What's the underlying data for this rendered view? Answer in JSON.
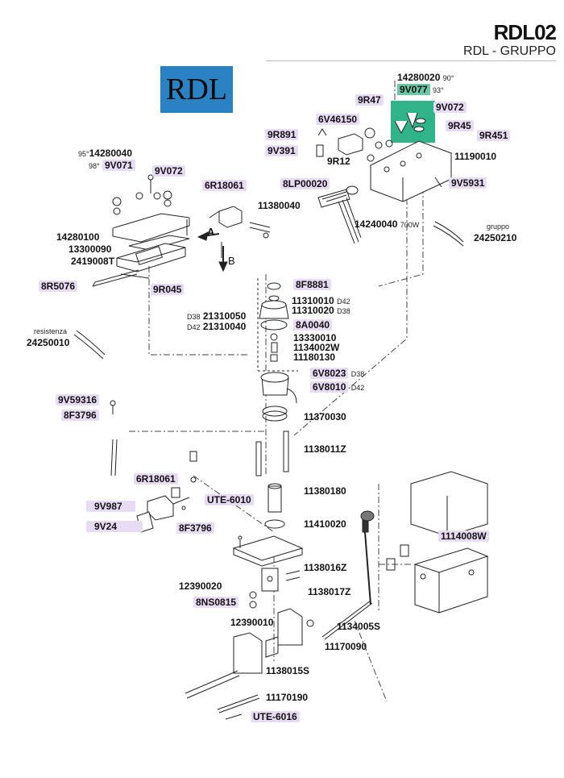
{
  "header": {
    "title": "RDL02",
    "subtitle": "RDL - GRUPPO",
    "logo_text": "RDL"
  },
  "colors": {
    "highlight": "#e8dcf5",
    "highlight_green": "#6fc6a6",
    "logo_bg": "#2a82c3",
    "green_area": "#2fb48a"
  },
  "parts": {
    "p14280020": "14280020",
    "n14280020": "90°",
    "p9V077": "9V077",
    "n9V077": "93°",
    "p9R47": "9R47",
    "p9V072a": "9V072",
    "p6V46150": "6V46150",
    "p9R45": "9R45",
    "p9R891": "9R891",
    "p9R451": "9R451",
    "p9V391": "9V391",
    "p11190010": "11190010",
    "p9R12": "9R12",
    "n95": "95°",
    "p14280040": "14280040",
    "n98": "98°",
    "p9V071": "9V071",
    "p9V072b": "9V072",
    "p6R18061a": "6R18061",
    "p8LP00020": "8LP00020",
    "p9V5931": "9V5931",
    "p11380040": "11380040",
    "p14240040": "14240040",
    "n14240040": "700W",
    "ngruppo": "gruppo",
    "p24250210": "24250210",
    "p14280100": "14280100",
    "p13300090": "13300090",
    "p2419008T": "2419008T",
    "labelA": "A",
    "labelB": "B",
    "p8R5076": "8R5076",
    "p9R045": "9R045",
    "p8F8881": "8F8881",
    "p11310010": "11310010",
    "n11310010": "D42",
    "p11310020": "11310020",
    "n11310020": "D38",
    "nD38": "D38",
    "p21310050": "21310050",
    "nD42": "D42",
    "p21310040": "21310040",
    "p8A0040": "8A0040",
    "nresistenza": "resistenza",
    "p24250010": "24250010",
    "p13330010": "13330010",
    "p1134002W": "1134002W",
    "p11180130": "11180130",
    "p6V8023": "6V8023",
    "n6V8023": "D38",
    "p6V8010": "6V8010",
    "n6V8010": "D42",
    "p9V59316": "9V59316",
    "p8F3796a": "8F3796",
    "p11370030": "11370030",
    "p1138011Z": "1138011Z",
    "p6R18061b": "6R18061",
    "p11380180": "11380180",
    "pUTE6010": "UTE-6010",
    "p9V987": "9V987",
    "p9V24": "9V24",
    "p8F3796b": "8F3796",
    "p11410020": "11410020",
    "p1114008W": "1114008W",
    "p1138016Z": "1138016Z",
    "p12390020": "12390020",
    "p1138017Z": "1138017Z",
    "p8NS0815": "8NS0815",
    "p12390010": "12390010",
    "p1134005S": "1134005S",
    "p11170090": "11170090",
    "p1138015S": "1138015S",
    "p11170190": "11170190",
    "pUTE6016": "UTE-6016"
  }
}
